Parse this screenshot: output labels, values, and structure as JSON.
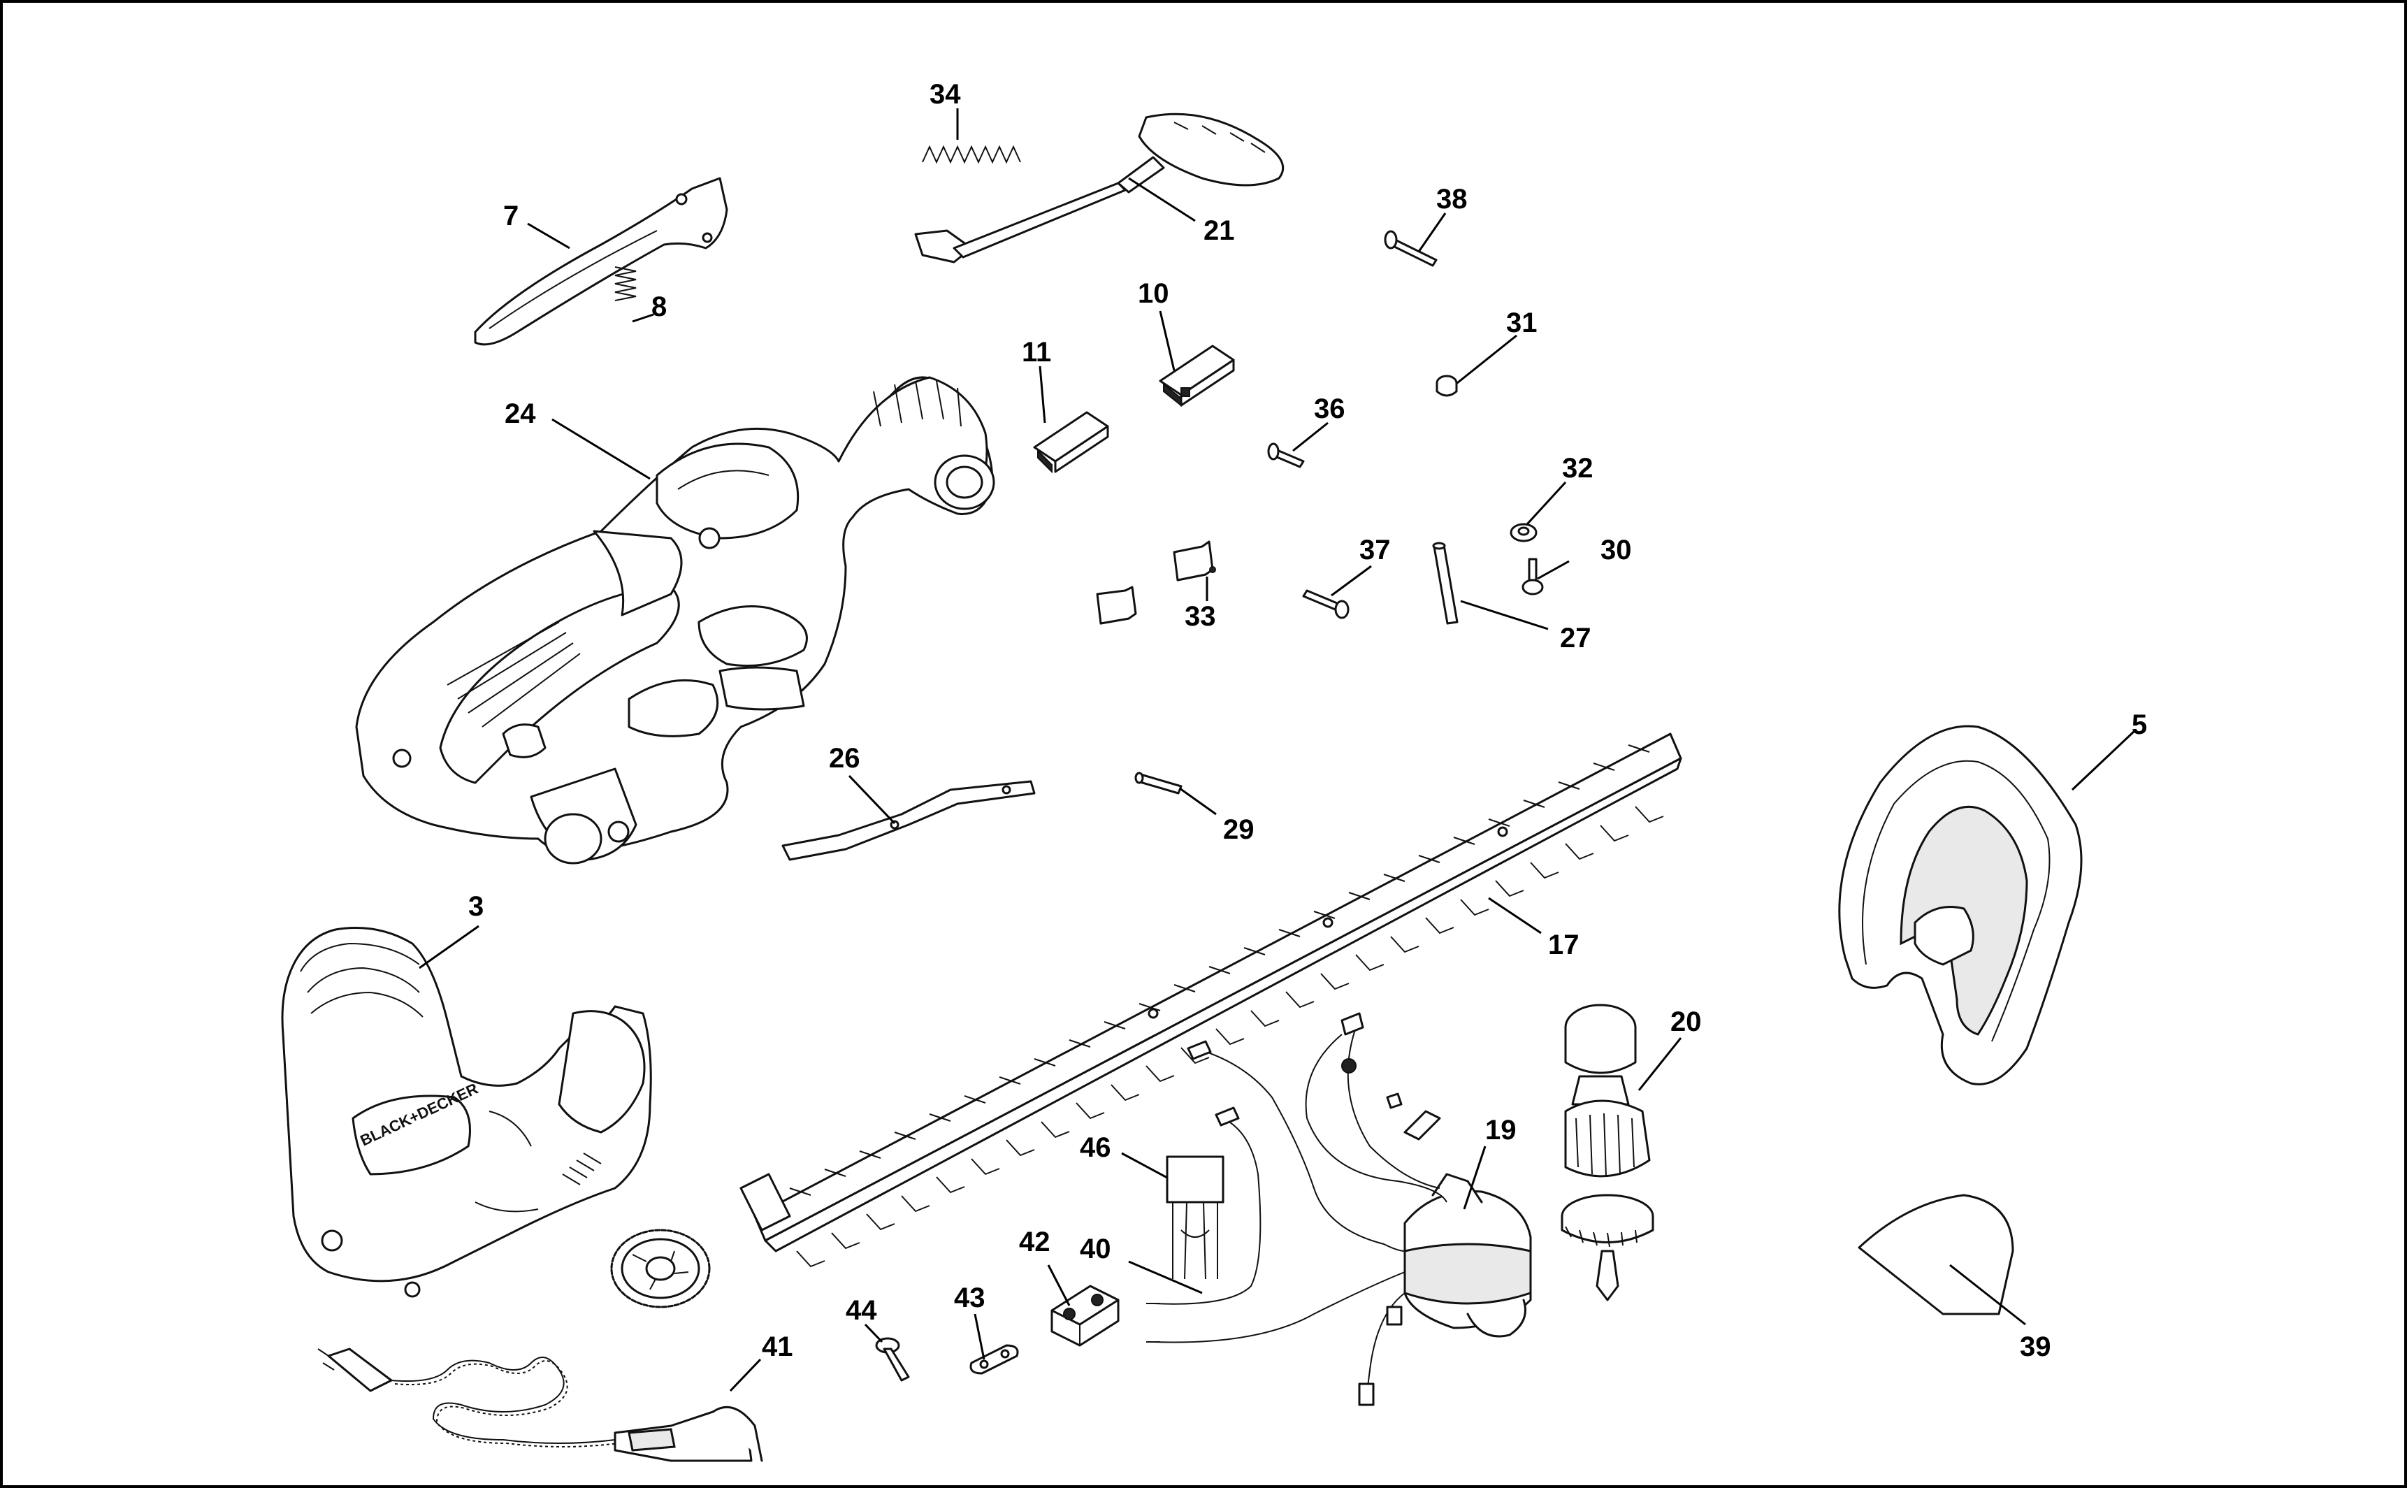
{
  "diagram": {
    "callouts": [
      {
        "id": "c34",
        "label": "34"
      },
      {
        "id": "c21",
        "label": "21"
      },
      {
        "id": "c38",
        "label": "38"
      },
      {
        "id": "c7",
        "label": "7"
      },
      {
        "id": "c8",
        "label": "8"
      },
      {
        "id": "c10",
        "label": "10"
      },
      {
        "id": "c31",
        "label": "31"
      },
      {
        "id": "c11",
        "label": "11"
      },
      {
        "id": "c24",
        "label": "24"
      },
      {
        "id": "c36",
        "label": "36"
      },
      {
        "id": "c32",
        "label": "32"
      },
      {
        "id": "c37",
        "label": "37"
      },
      {
        "id": "c30",
        "label": "30"
      },
      {
        "id": "c33",
        "label": "33"
      },
      {
        "id": "c27",
        "label": "27"
      },
      {
        "id": "c5",
        "label": "5"
      },
      {
        "id": "c26",
        "label": "26"
      },
      {
        "id": "c29",
        "label": "29"
      },
      {
        "id": "c3",
        "label": "3"
      },
      {
        "id": "c17",
        "label": "17"
      },
      {
        "id": "c20",
        "label": "20"
      },
      {
        "id": "c19",
        "label": "19"
      },
      {
        "id": "c46",
        "label": "46"
      },
      {
        "id": "c42",
        "label": "42"
      },
      {
        "id": "c40",
        "label": "40"
      },
      {
        "id": "c44",
        "label": "44"
      },
      {
        "id": "c43",
        "label": "43"
      },
      {
        "id": "c41",
        "label": "41"
      },
      {
        "id": "c39",
        "label": "39"
      }
    ],
    "brand_logo_text": "BLACK+DECKER"
  }
}
